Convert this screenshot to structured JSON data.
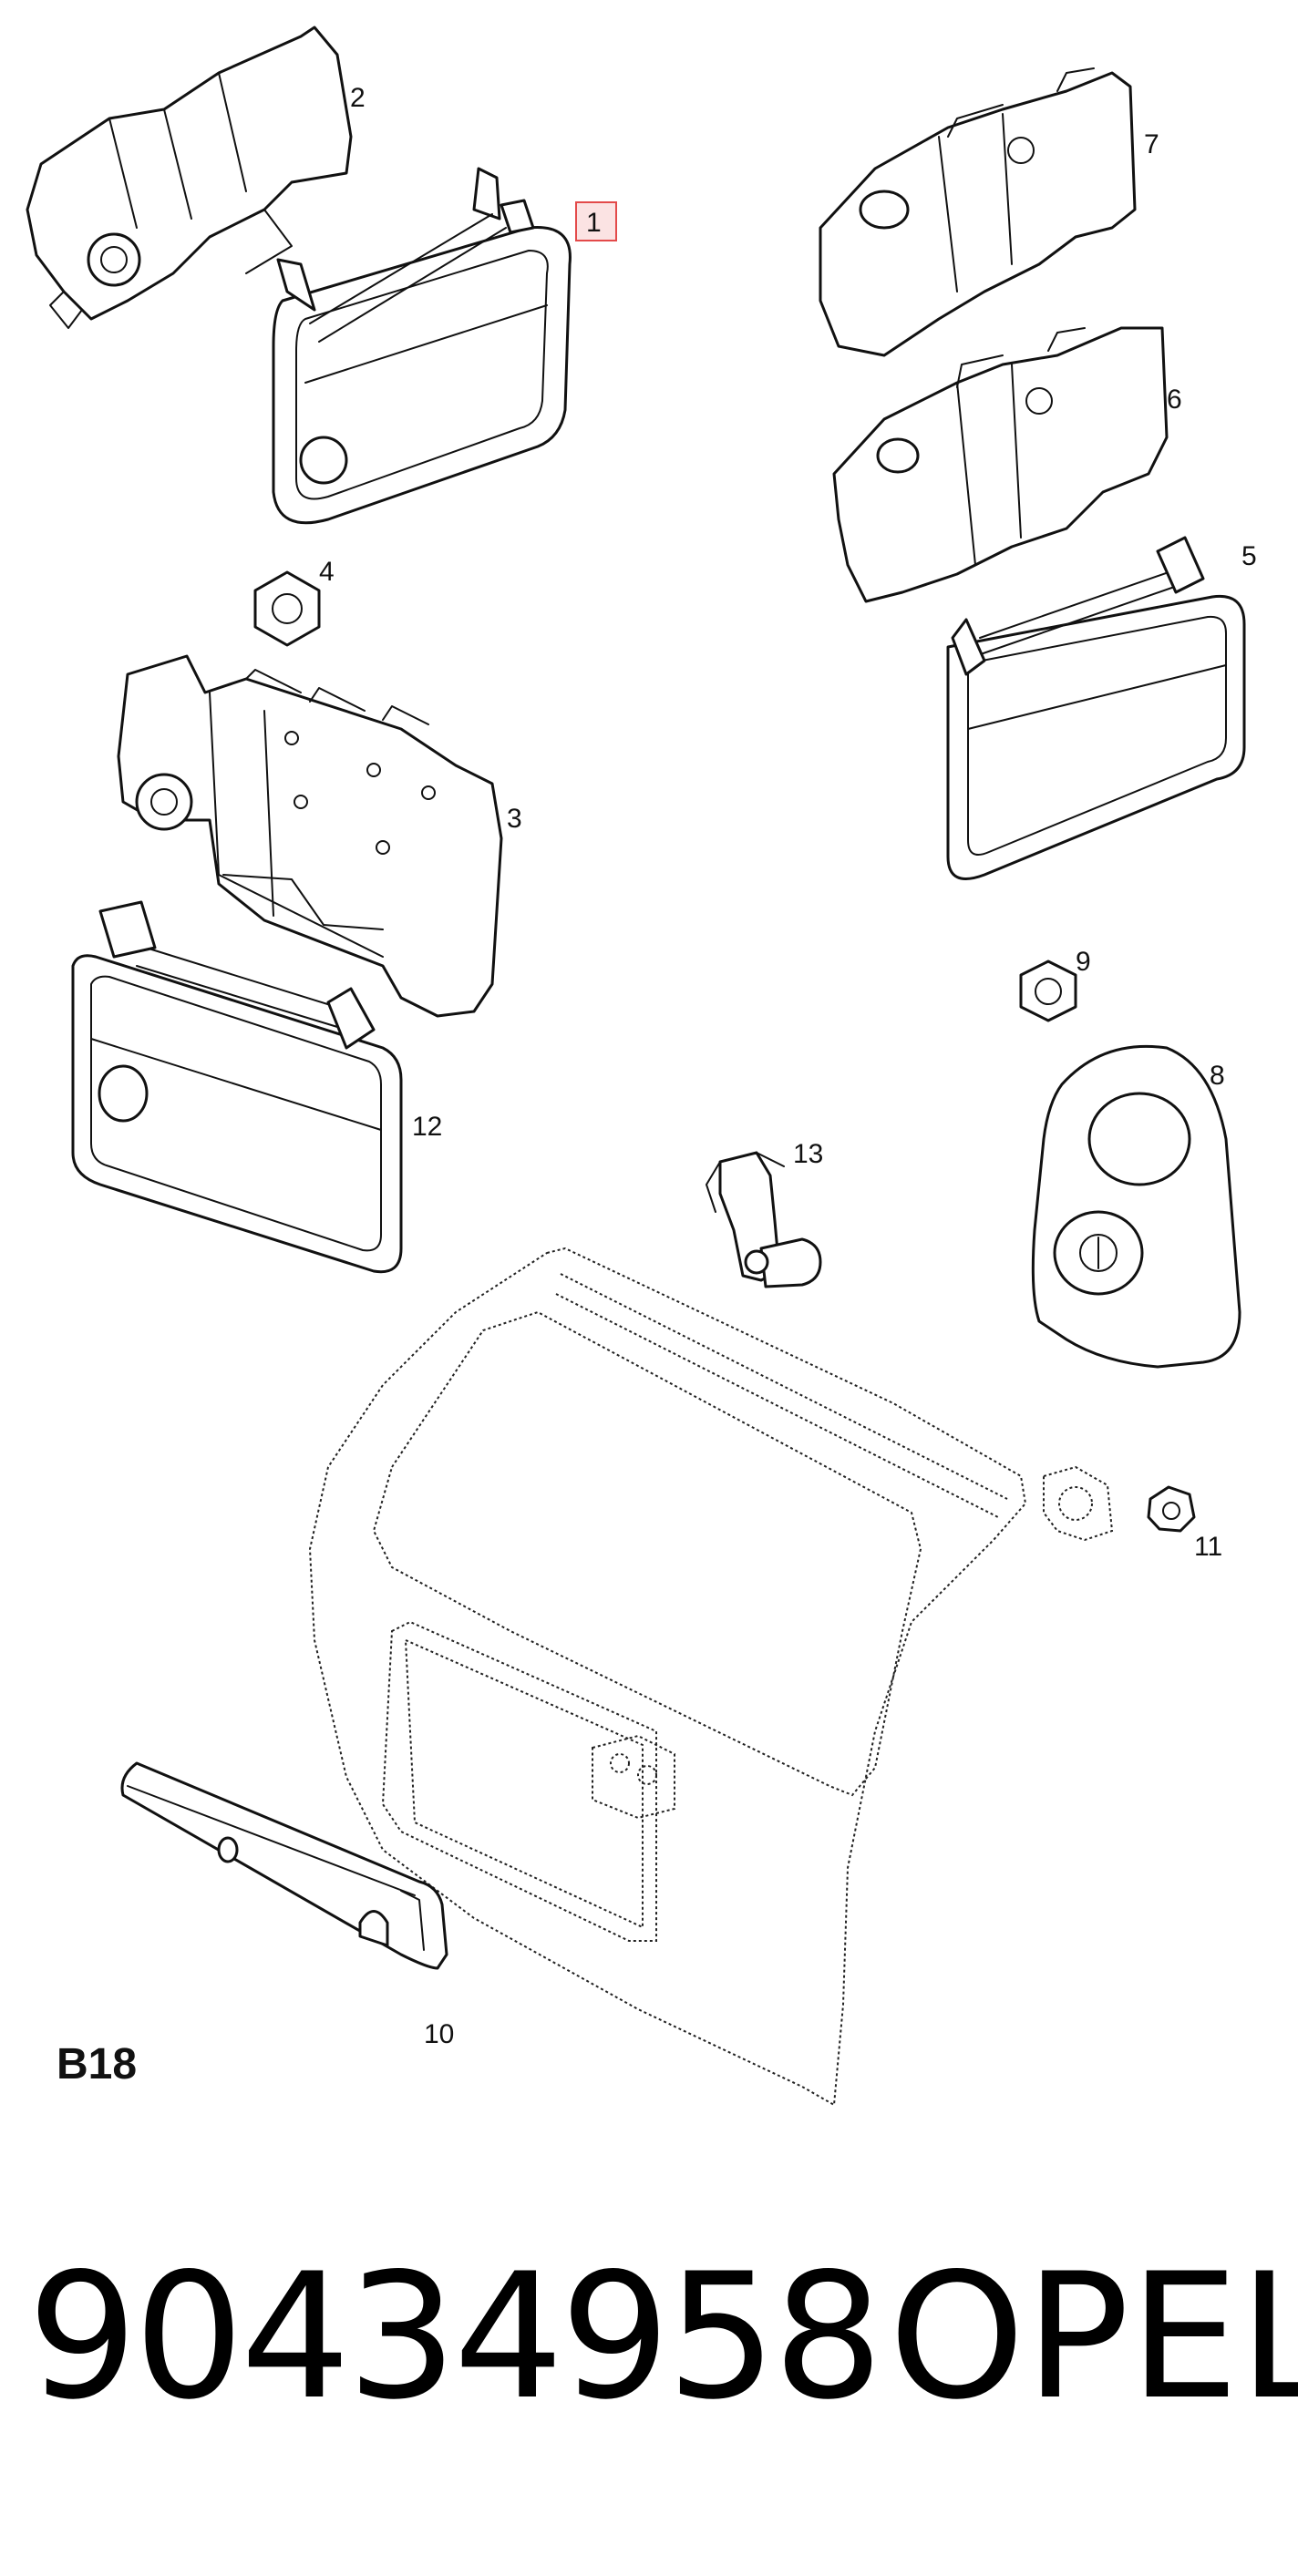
{
  "diagram": {
    "code": "B18",
    "highlight_color": "#e34a4a",
    "highlight_fill": "#fbe3e3",
    "callouts": {
      "c1": "1",
      "c2": "2",
      "c3": "3",
      "c4": "4",
      "c5": "5",
      "c6": "6",
      "c7": "7",
      "c8": "8",
      "c9": "9",
      "c10": "10",
      "c11": "11",
      "c12": "12",
      "c13": "13"
    }
  },
  "footer": {
    "part_number": "90434958",
    "brand": "OPEL"
  }
}
